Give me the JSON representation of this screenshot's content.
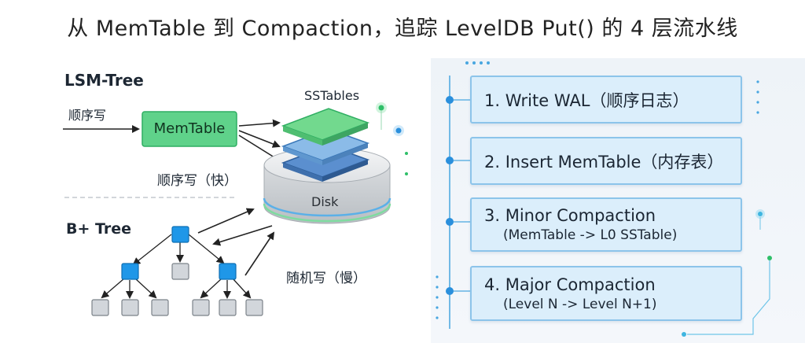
{
  "title": "从 MemTable 到 Compaction，追踪 LevelDB Put() 的 4 层流水线",
  "left": {
    "lsm_label": "LSM-Tree",
    "seq_write_in": "顺序写",
    "memtable": "MemTable",
    "sstables": "SSTables",
    "disk": "Disk",
    "seq_write_fast": "顺序写（快）",
    "bplus_label": "B+ Tree",
    "random_write_slow": "随机写（慢）"
  },
  "steps": [
    {
      "line1": "1. Write WAL（顺序日志）",
      "line2": ""
    },
    {
      "line1": "2. Insert MemTable（内存表）",
      "line2": ""
    },
    {
      "line1": "3. Minor Compaction",
      "line2": "(MemTable -> L0 SSTable)"
    },
    {
      "line1": "4. Major Compaction",
      "line2": "(Level N -> Level N+1)"
    }
  ],
  "colors": {
    "memtable_fill": "#5fd28a",
    "sstable_green": "#72d98e",
    "sstable_blue": "#6fa5dc",
    "node_blue": "#1f97e8",
    "node_gray": "#d2d6db",
    "step_fill": "#dbeefb",
    "step_border": "#8cc4ea"
  }
}
